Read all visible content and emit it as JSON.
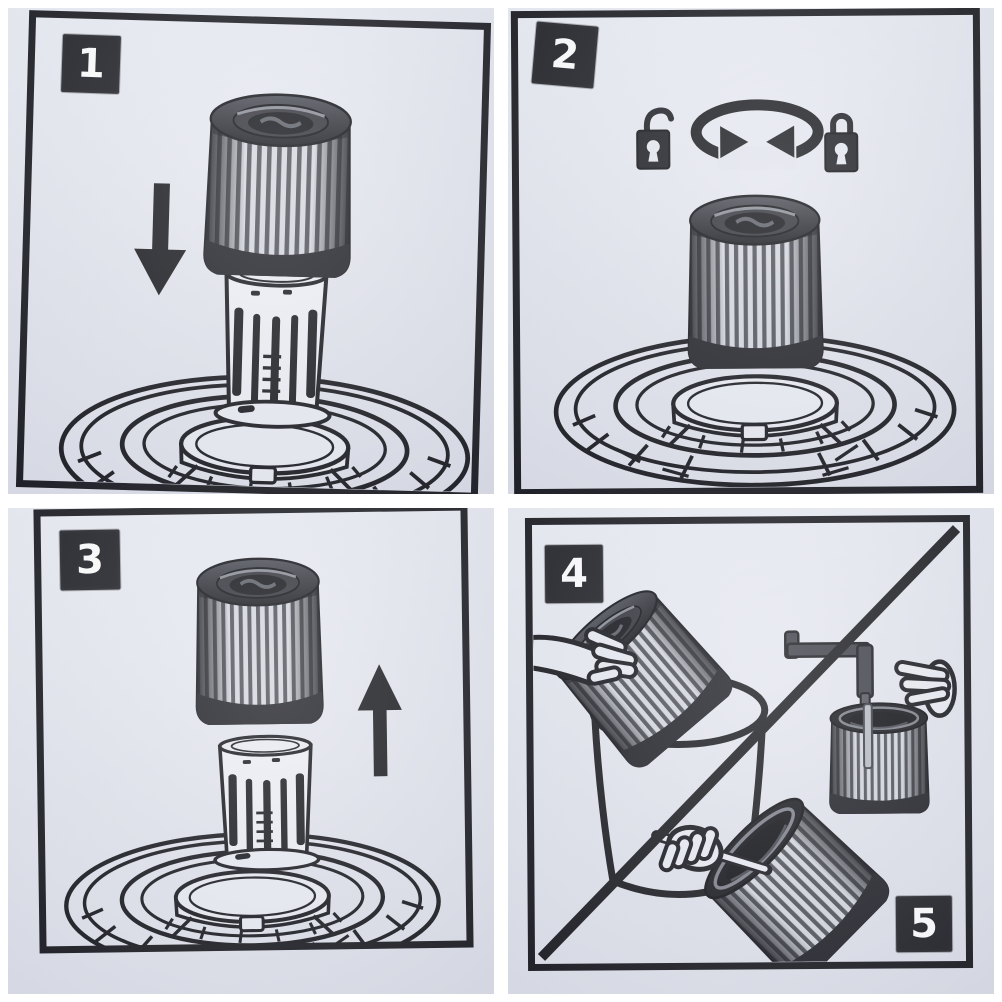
{
  "colors": {
    "background": "#ffffff",
    "paper": "#e3e5ee",
    "ink": "#17181c",
    "badge_background": "#1b1c21",
    "badge_text": "#ffffff",
    "pleat_light": "#d4d6de",
    "pleat_dark": "#4d4f57",
    "metal_gray": "#44464e",
    "water_gray": "#a7aab3"
  },
  "steps": {
    "step1": {
      "number": "1",
      "icon": "arrow-down-icon",
      "subject": "filter-lowered-onto-spindle"
    },
    "step2": {
      "number": "2",
      "icons": [
        "unlock-icon",
        "rotate-arrows-icon",
        "lock-icon"
      ],
      "subject": "filter-twisted-to-lock"
    },
    "step3": {
      "number": "3",
      "icon": "arrow-up-icon",
      "subject": "filter-lifted-off-spindle"
    },
    "step4": {
      "number": "4",
      "icons": [
        "hand-icon",
        "bucket-icon"
      ],
      "subject": "filter-washed-in-bucket"
    },
    "step5": {
      "number": "5",
      "icons": [
        "faucet-icon",
        "hand-icon",
        "brush-icon",
        "prohibition-slash-icon"
      ],
      "subject": "no-tap-rinse-no-brushing"
    }
  }
}
